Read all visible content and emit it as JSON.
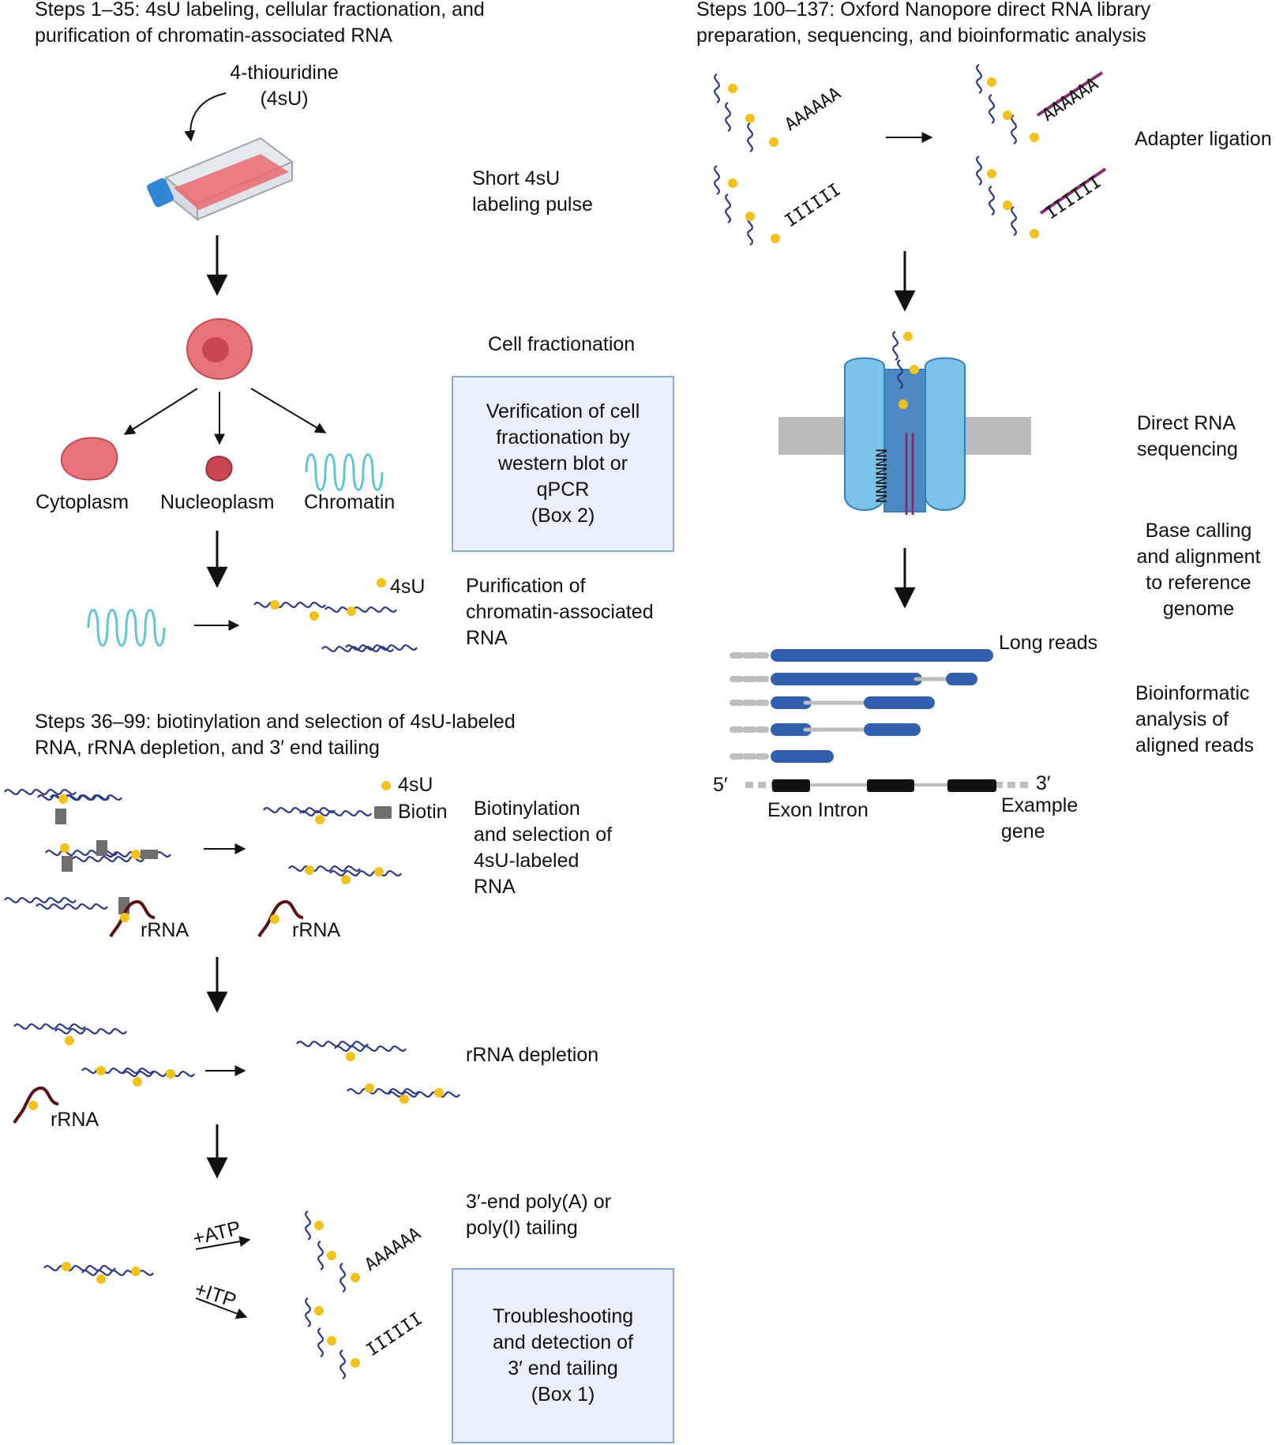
{
  "section1": {
    "heading": "Steps 1–35: 4sU labeling, cellular fractionation, and\npurification of chromatin-associated RNA",
    "reagent_label": "4-thiouridine\n(4sU)",
    "step_labeling": "Short 4sU\nlabeling pulse",
    "step_fractionation": "Cell fractionation",
    "box_verification": "Verification of cell\nfractionation by\nwestern blot or\nqPCR\n(Box 2)",
    "fraction_cytoplasm": "Cytoplasm",
    "fraction_nucleoplasm": "Nucleoplasm",
    "fraction_chromatin": "Chromatin",
    "legend_4su": "4sU",
    "step_purification": "Purification of\nchromatin-associated\nRNA"
  },
  "section2": {
    "heading": "Steps 36–99: biotinylation and selection of 4sU-labeled\nRNA, rRNA depletion, and 3′ end tailing",
    "legend_4su": "4sU",
    "legend_biotin": "Biotin",
    "step_biotinylation": "Biotinylation\nand selection of\n4sU-labeled\nRNA",
    "rrna_label": "rRNA",
    "step_depletion": "rRNA depletion",
    "step_tailing": "3′-end poly(A) or\npoly(I) tailing",
    "atp_label": "+ATP",
    "itp_label": "+ITP",
    "polya_seq": "AAAAAA",
    "polyi_seq": "IIIIII",
    "box_troubleshooting": "Troubleshooting\nand detection of\n3′ end tailing\n(Box 1)"
  },
  "section3": {
    "heading": "Steps 100–137: Oxford Nanopore direct RNA library\npreparation, sequencing, and bioinformatic analysis",
    "polya_seq": "AAAAAA",
    "polyi_seq": "IIIIII",
    "step_adapter": "Adapter ligation",
    "pore_seq": "NNNNNN",
    "step_sequencing": "Direct RNA\nsequencing",
    "step_basecalling": "Base calling\nand alignment\nto reference\ngenome",
    "long_reads_label": "Long reads",
    "step_bioinformatic": "Bioinformatic\nanalysis of\naligned reads",
    "five_prime": "5′",
    "three_prime": "3′",
    "exon_intron_label": "Exon Intron",
    "example_gene_label": "Example\ngene"
  },
  "colors": {
    "rna_strand": "#2c3a8c",
    "su_dot": "#f2c21b",
    "biotin": "#6f6f6f",
    "rrna": "#5c1010",
    "chromatin": "#5fc4d4",
    "cell": "#e8747a",
    "read_bar": "#2f5fae",
    "intron_line": "#bdbdbd",
    "exon": "#111111",
    "adapter": "#8a2a6e",
    "pore": "#7cc3ea",
    "membrane": "#bbbbbb",
    "box_fill": "#e9f0fb",
    "box_border": "#8ea6d6"
  }
}
